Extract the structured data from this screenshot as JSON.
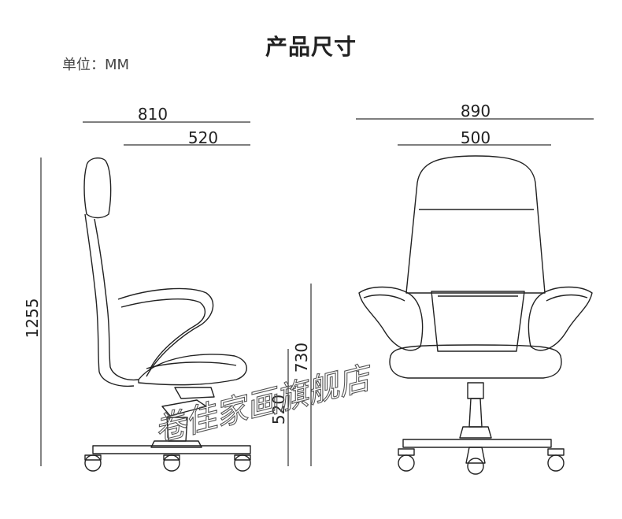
{
  "title": "产品尺寸",
  "unit": "单位：MM",
  "dimensions": {
    "side_total_width": "810",
    "side_seat_depth": "520",
    "front_total_width": "890",
    "front_seat_width": "500",
    "total_height": "1255",
    "armrest_height": "730",
    "seat_height": "520"
  },
  "watermark": "卷佳家画旗舰店"
}
